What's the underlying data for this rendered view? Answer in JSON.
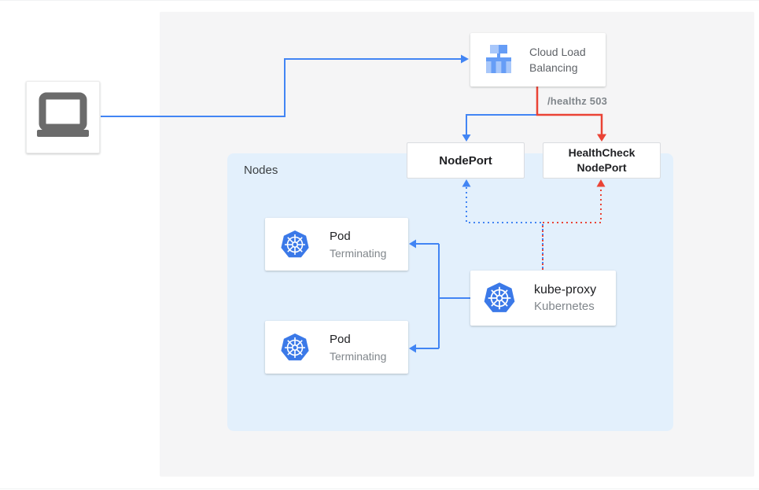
{
  "colors": {
    "blue": "#4285f4",
    "red": "#ea4335",
    "panel_gray": "#f5f5f6",
    "panel_blue": "#e3f0fc",
    "text_dark": "#202124",
    "text_gray": "#5f6368",
    "text_light_gray": "#80868b",
    "border": "#dadce0",
    "laptop_gray": "#6b6b6b",
    "lb_light": "#a8c7fa",
    "lb_mid": "#669df6",
    "k8s_blue": "#3b79e8"
  },
  "icons": {
    "client": "laptop-icon",
    "load_balancer": "load-balancer-icon",
    "pod": "kubernetes-icon",
    "kube_proxy": "kubernetes-icon"
  },
  "nodes_panel": {
    "label": "Nodes"
  },
  "cloud_load_balancing": {
    "label": "Cloud Load Balancing"
  },
  "node_port": {
    "label": "NodePort"
  },
  "health_check_node_port": {
    "label": "HealthCheck NodePort"
  },
  "healthz_label": "/healthz 503",
  "pods": [
    {
      "title": "Pod",
      "subtitle": "Terminating"
    },
    {
      "title": "Pod",
      "subtitle": "Terminating"
    }
  ],
  "kube_proxy": {
    "title": "kube-proxy",
    "subtitle": "Kubernetes"
  }
}
